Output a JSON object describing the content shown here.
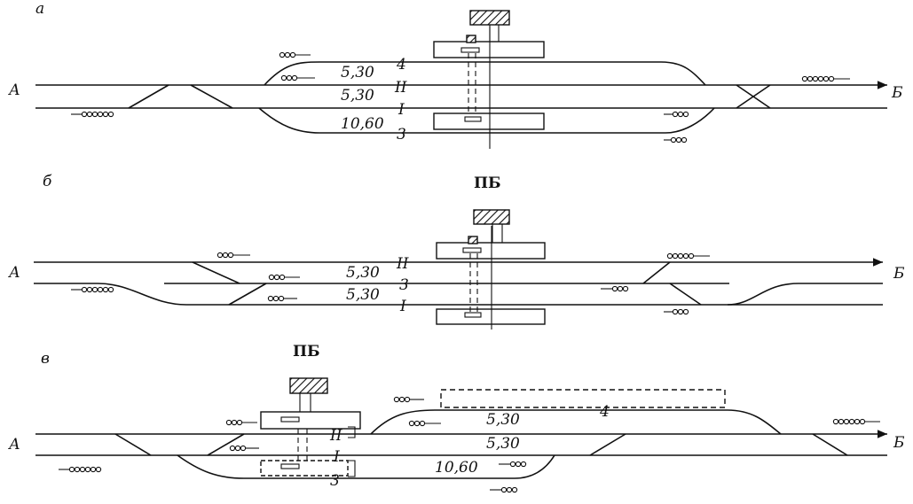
{
  "panels": {
    "a": {
      "letter": "а",
      "start_label": "А",
      "end_label": "Б",
      "track_4": "4",
      "track_II": "II",
      "track_I": "I",
      "track_3": "3",
      "len_4": "5,30",
      "len_II": "5,30",
      "len_3": "10,60"
    },
    "b": {
      "letter": "б",
      "station_label": "ПБ",
      "start_label": "А",
      "end_label": "Б",
      "track_II": "II",
      "track_3": "3",
      "track_I": "I",
      "len_3": "5,30",
      "len_I": "5,30"
    },
    "c": {
      "letter": "в",
      "station_label": "ПБ",
      "start_label": "А",
      "end_label": "Б",
      "track_4": "4",
      "track_II": "II",
      "track_I": "I",
      "track_3": "3",
      "len_4": "5,30",
      "len_II": "5,30",
      "len_3": "10,60"
    }
  }
}
